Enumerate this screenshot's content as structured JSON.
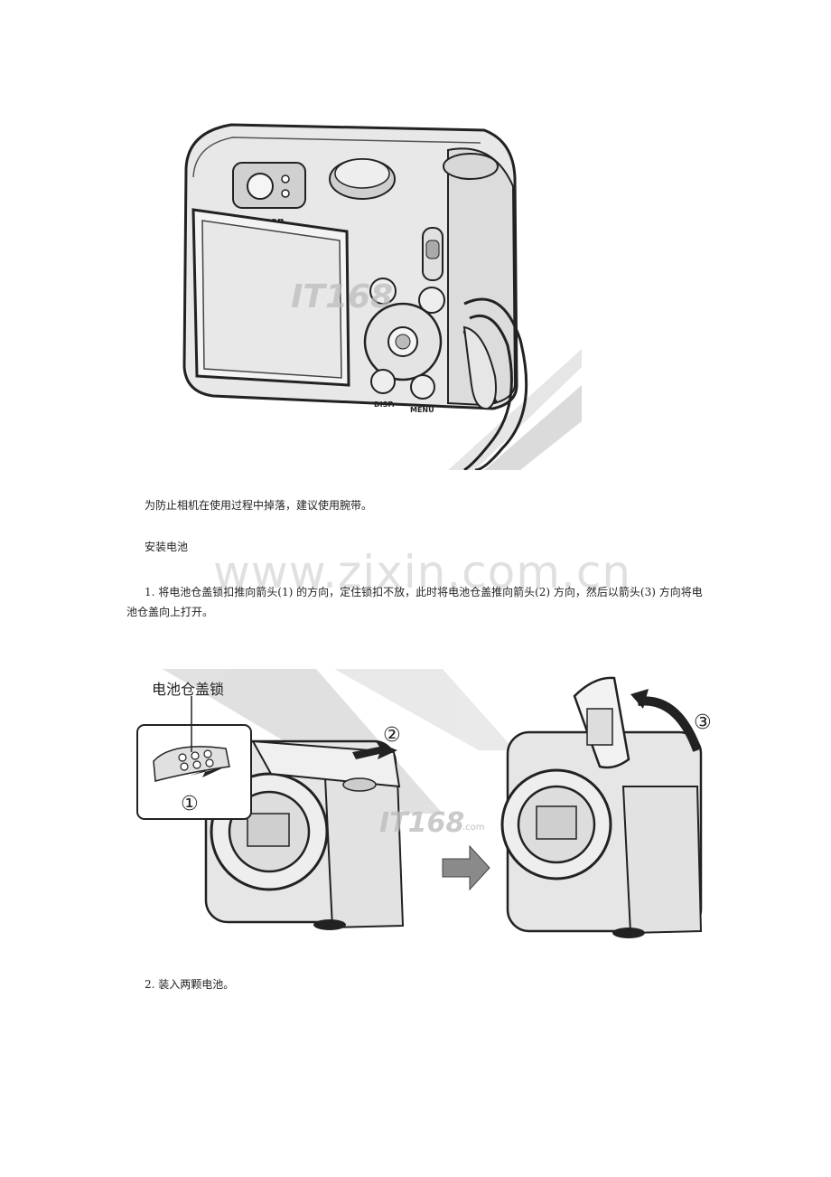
{
  "page": {
    "watermark_text": "www.zixin.com.cn"
  },
  "figure1": {
    "camera_brand": "Canon",
    "watermark": "IT168",
    "button_labels": [
      "DISP.",
      "MENU"
    ]
  },
  "figure2": {
    "callout_label": "电池仓盖锁",
    "step_markers": [
      "①",
      "②",
      "③"
    ],
    "watermark": "IT168",
    "watermark_suffix": ".com"
  },
  "text": {
    "strap_tip": "为防止相机在使用过程中掉落，建议使用腕带。",
    "section_heading": "安装电池",
    "step1": "1. 将电池仓盖锁扣推向箭头(1) 的方向，定住锁扣不放，此时将电池仓盖推向箭头(2) 方向，然后以箭头(3) 方向将电池仓盖向上打开。",
    "step2": "2. 装入两颗电池。"
  }
}
